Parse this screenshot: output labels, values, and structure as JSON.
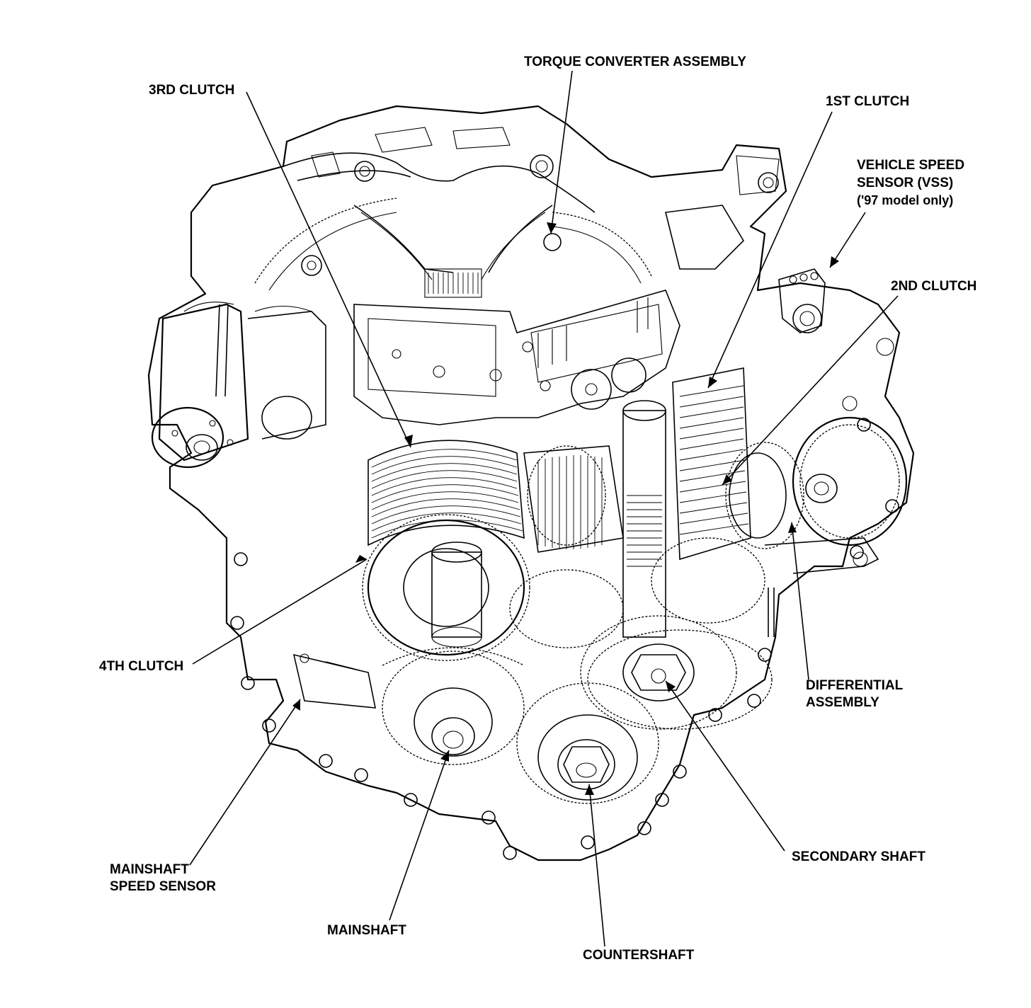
{
  "labels": {
    "torque_converter_assembly": "TORQUE CONVERTER ASSEMBLY",
    "third_clutch": "3RD CLUTCH",
    "first_clutch": "1ST CLUTCH",
    "vss_line1": "VEHICLE SPEED",
    "vss_line2": "SENSOR (VSS)",
    "vss_line3": "('97 model only)",
    "second_clutch": "2ND CLUTCH",
    "fourth_clutch": "4TH CLUTCH",
    "differential_line1": "DIFFERENTIAL",
    "differential_line2": "ASSEMBLY",
    "mainshaft_sensor_line1": "MAINSHAFT",
    "mainshaft_sensor_line2": "SPEED SENSOR",
    "secondary_shaft": "SECONDARY SHAFT",
    "mainshaft": "MAINSHAFT",
    "countershaft": "COUNTERSHAFT"
  }
}
